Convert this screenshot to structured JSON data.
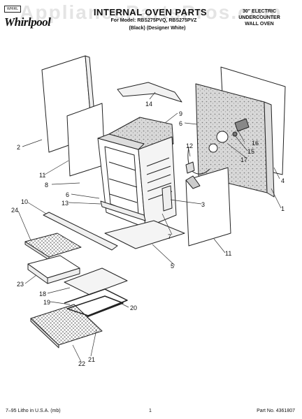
{
  "header": {
    "brand_box": "WHIRL",
    "brand": "Whirlpool",
    "title": "INTERNAL OVEN PARTS",
    "models_line": "For Model: RBS275PVQ, RBS275PVZ",
    "variants_line": "(Black)   (Designer White)",
    "product": [
      "30\" ELECTRIC",
      "UNDERCOUNTER",
      "WALL OVEN"
    ]
  },
  "watermark": "AppliancePartsPros.com",
  "callouts": [
    "1",
    "2",
    "3",
    "4",
    "5",
    "6",
    "6",
    "7",
    "8",
    "9",
    "10",
    "11",
    "11",
    "12",
    "13",
    "14",
    "15",
    "16",
    "17",
    "18",
    "19",
    "20",
    "21",
    "22",
    "23",
    "24"
  ],
  "footer": {
    "left": "7–95 Litho in U.S.A. (mb)",
    "page": "1",
    "part_no": "Part No. 4361807"
  }
}
